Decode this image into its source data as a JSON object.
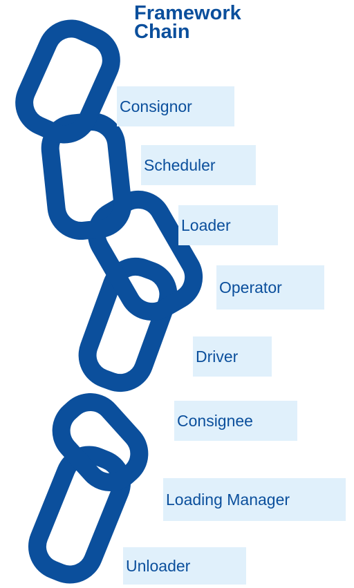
{
  "title": {
    "line1": "Framework",
    "line2": "Chain"
  },
  "colors": {
    "chain": "#0b4f9c",
    "label_bg": "#e0f0fb",
    "label_text": "#0b4f9c"
  },
  "links": [
    {
      "label": "Consignor"
    },
    {
      "label": "Scheduler"
    },
    {
      "label": "Loader"
    },
    {
      "label": "Operator"
    },
    {
      "label": "Driver"
    },
    {
      "label": "Consignee"
    },
    {
      "label": "Loading Manager"
    },
    {
      "label": "Unloader"
    }
  ]
}
